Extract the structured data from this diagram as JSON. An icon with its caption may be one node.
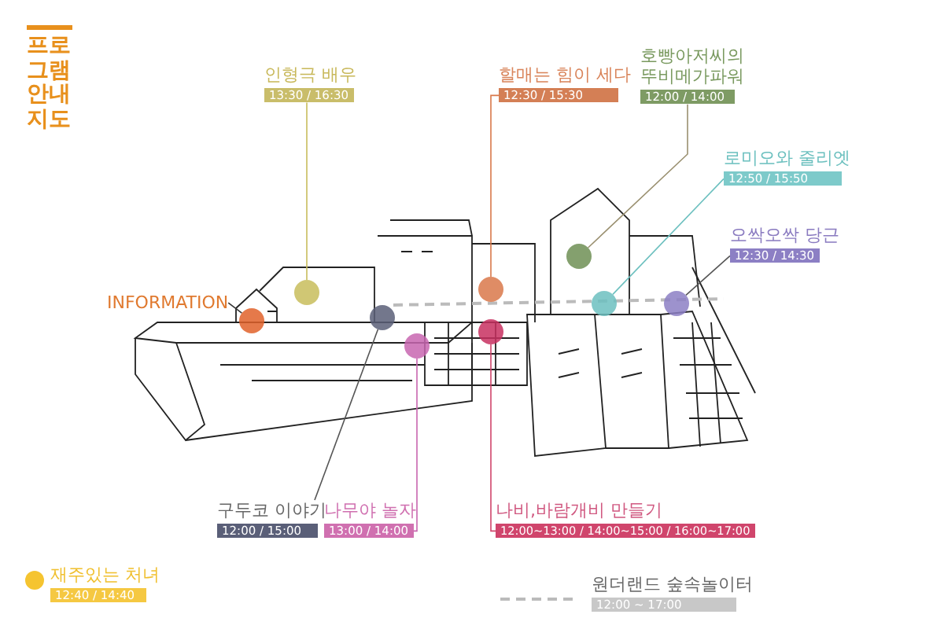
{
  "diagram": {
    "title": "프로그램 안내지도",
    "nodes": [
      {
        "text": [
          "호빵아저씨의 뚜비메가파워",
          "12:00 / 14:00"
        ]
      },
      {
        "text": [
          "인형극 배우",
          "13:30 / 16:30"
        ]
      },
      {
        "text": [
          "할매는 힘이 세다",
          "12:30 / 15:30"
        ]
      },
      {
        "text": [
          "로미오와 줄리엣",
          "12:50 / 15:50"
        ]
      },
      {
        "text": [
          "오싹오싹 당근",
          "12:30 / 14:30"
        ]
      },
      {
        "text": [
          "INFORMATION"
        ]
      },
      {
        "text": [
          "구두코 이야기",
          "12:00 / 15:00"
        ]
      },
      {
        "text": [
          "나무야 놀자",
          "13:00 / 14:00"
        ]
      },
      {
        "text": [
          "나비,바람개비 만들기",
          "12:00~13:00 / 14:00~15:00 / 16:00~17:00"
        ]
      },
      {
        "text": [
          "재주있는 처녀",
          "12:40 / 14:40"
        ]
      },
      {
        "text": [
          "원더랜드 숲속놀이터",
          "12:00 ~ 17:00"
        ]
      },
      {
        "text": [],
        "shape": "circle"
      },
      {
        "text": [],
        "shape": "circle"
      },
      {
        "text": [],
        "shape": "circle"
      },
      {
        "text": [],
        "shape": "circle"
      },
      {
        "text": [],
        "shape": "circle"
      },
      {
        "text": [],
        "shape": "circle"
      },
      {
        "text": [],
        "shape": "circle"
      },
      {
        "text": [],
        "shape": "circle"
      },
      {
        "text": [],
        "shape": "circle"
      }
    ],
    "edges": [
      {
        "from": 5,
        "to": 11,
        "arrow": "none",
        "color": "#333333"
      },
      {
        "from": 1,
        "to": 12,
        "arrow": "none",
        "color": "#c8bd5c"
      },
      {
        "from": 6,
        "to": 13,
        "arrow": "none",
        "color": "#555555"
      },
      {
        "from": 7,
        "to": 14,
        "arrow": "none",
        "color": "#c866b0"
      },
      {
        "from": 2,
        "to": 15,
        "arrow": "none",
        "color": "#d9784a"
      },
      {
        "from": 8,
        "to": 16,
        "arrow": "none",
        "color": "#d0456c"
      },
      {
        "from": 0,
        "to": 17,
        "arrow": "none",
        "color": "#9a9070"
      },
      {
        "from": 3,
        "to": 18,
        "arrow": "none",
        "color": "#6cc0bf"
      },
      {
        "from": 4,
        "to": 19,
        "arrow": "none",
        "color": "#555555"
      }
    ]
  }
}
